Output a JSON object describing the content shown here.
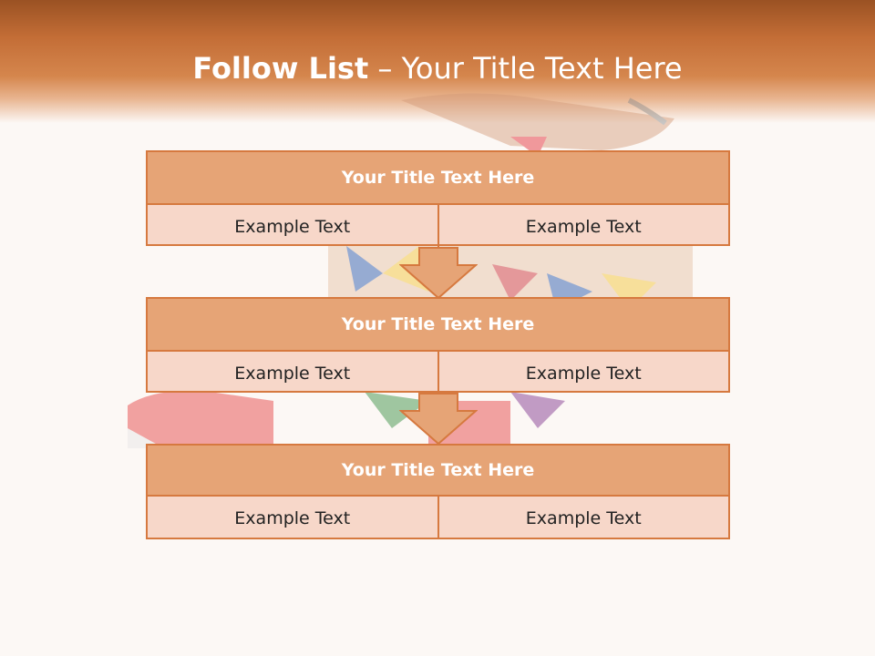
{
  "slide": {
    "title_bold": "Follow List",
    "title_rest": " – Your Title Text Here"
  },
  "steps": [
    {
      "title": "Your Title Text Here",
      "left": "Example Text",
      "right": "Example Text"
    },
    {
      "title": "Your Title Text Here",
      "left": "Example Text",
      "right": "Example Text"
    },
    {
      "title": "Your Title Text Here",
      "left": "Example Text",
      "right": "Example Text"
    }
  ],
  "colors": {
    "header_dark": "#9a5223",
    "header_light": "#d5864d",
    "box_border": "#d6793f",
    "box_head": "#e6a476",
    "box_cell": "#f7d7c9"
  }
}
